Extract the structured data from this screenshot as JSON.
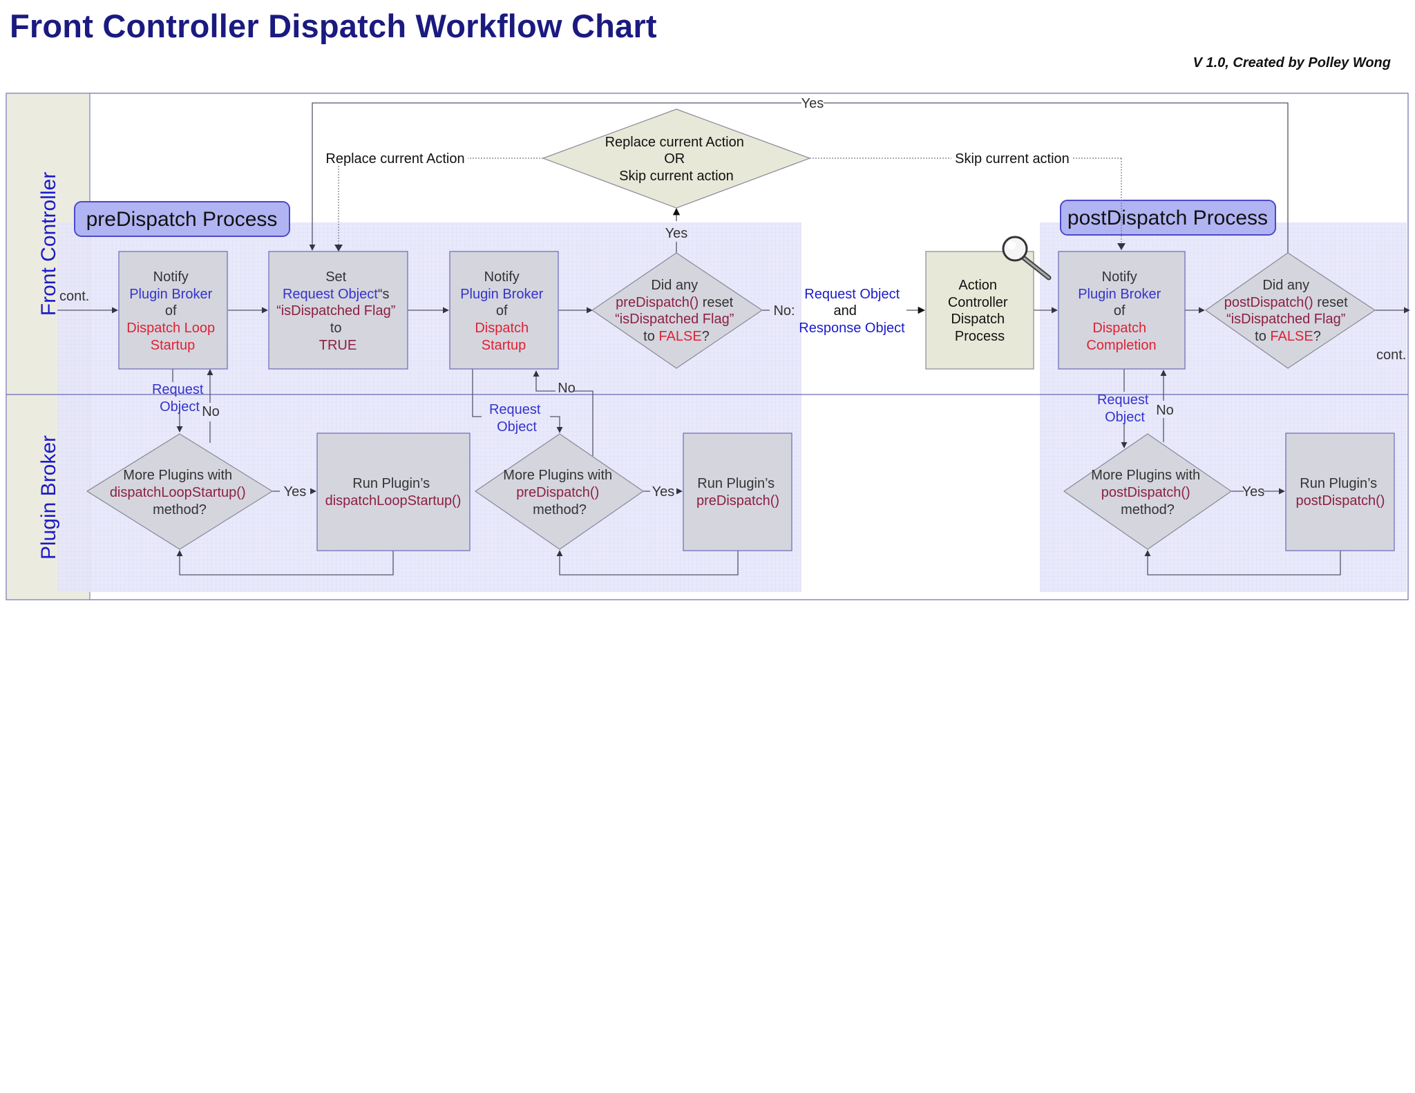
{
  "title": "Front Controller Dispatch Workflow Chart",
  "credit": "V 1.0, Created by Polley Wong",
  "colors": {
    "title": "#1a1a80",
    "lane_label": "#1a1acc",
    "plugin_broker": "#3333cc",
    "method": "#8b2040",
    "red": "#dd2233",
    "process_fill": "#d5d5de",
    "decision_fill": "#d5d5de",
    "action_fill": "#e8e8d8",
    "region_fill": "#e4e4fb",
    "header_fill": "#b1b4f2",
    "lane_header_fill": "#ecebe0"
  },
  "lanes": {
    "front_controller": "Front Controller",
    "plugin_broker": "Plugin Broker"
  },
  "regions": {
    "predispatch": "preDispatch Process",
    "postdispatch": "postDispatch Process"
  },
  "connectors": {
    "cont_left": "cont.",
    "cont_right": "cont."
  },
  "top_decision": [
    "Replace current Action",
    "OR",
    "Skip current action"
  ],
  "labels": {
    "yes": "Yes",
    "no": "No",
    "no_colon": "No:",
    "replace_action": "Replace current Action",
    "skip_action": "Skip current action",
    "request_object": "Request",
    "object_word": "Object",
    "req_resp_1": "Request Object",
    "req_resp_2": "and",
    "req_resp_3": "Response Object"
  },
  "notify_loop": [
    "Notify",
    "Plugin Broker",
    "of",
    "Dispatch Loop",
    "Startup"
  ],
  "set_flag": [
    "Set",
    "Request Object",
    "“s",
    "“isDispatched Flag”",
    "to",
    "TRUE"
  ],
  "notify_dispatch": [
    "Notify",
    "Plugin Broker",
    "of",
    "Dispatch",
    "Startup"
  ],
  "did_pre": [
    "Did any",
    "preDispatch()",
    " reset",
    "“isDispatched Flag”",
    "to ",
    "FALSE",
    "?"
  ],
  "action_controller": [
    "Action",
    "Controller",
    "Dispatch",
    "Process"
  ],
  "notify_completion": [
    "Notify",
    "Plugin Broker",
    "of",
    "Dispatch",
    "Completion"
  ],
  "did_post": [
    "Did any",
    "postDispatch()",
    " reset",
    "“isDispatched Flag”",
    "to ",
    "FALSE",
    "?"
  ],
  "more_loop": [
    "More Plugins with",
    "dispatchLoopStartup()",
    "method?"
  ],
  "run_loop": [
    "Run Plugin’s",
    "dispatchLoopStartup()"
  ],
  "more_pre": [
    "More Plugins with",
    "preDispatch()",
    "method?"
  ],
  "run_pre": [
    "Run Plugin’s",
    "preDispatch()"
  ],
  "more_post": [
    "More Plugins with",
    "postDispatch()",
    "method?"
  ],
  "run_post": [
    "Run Plugin’s",
    "postDispatch()"
  ]
}
